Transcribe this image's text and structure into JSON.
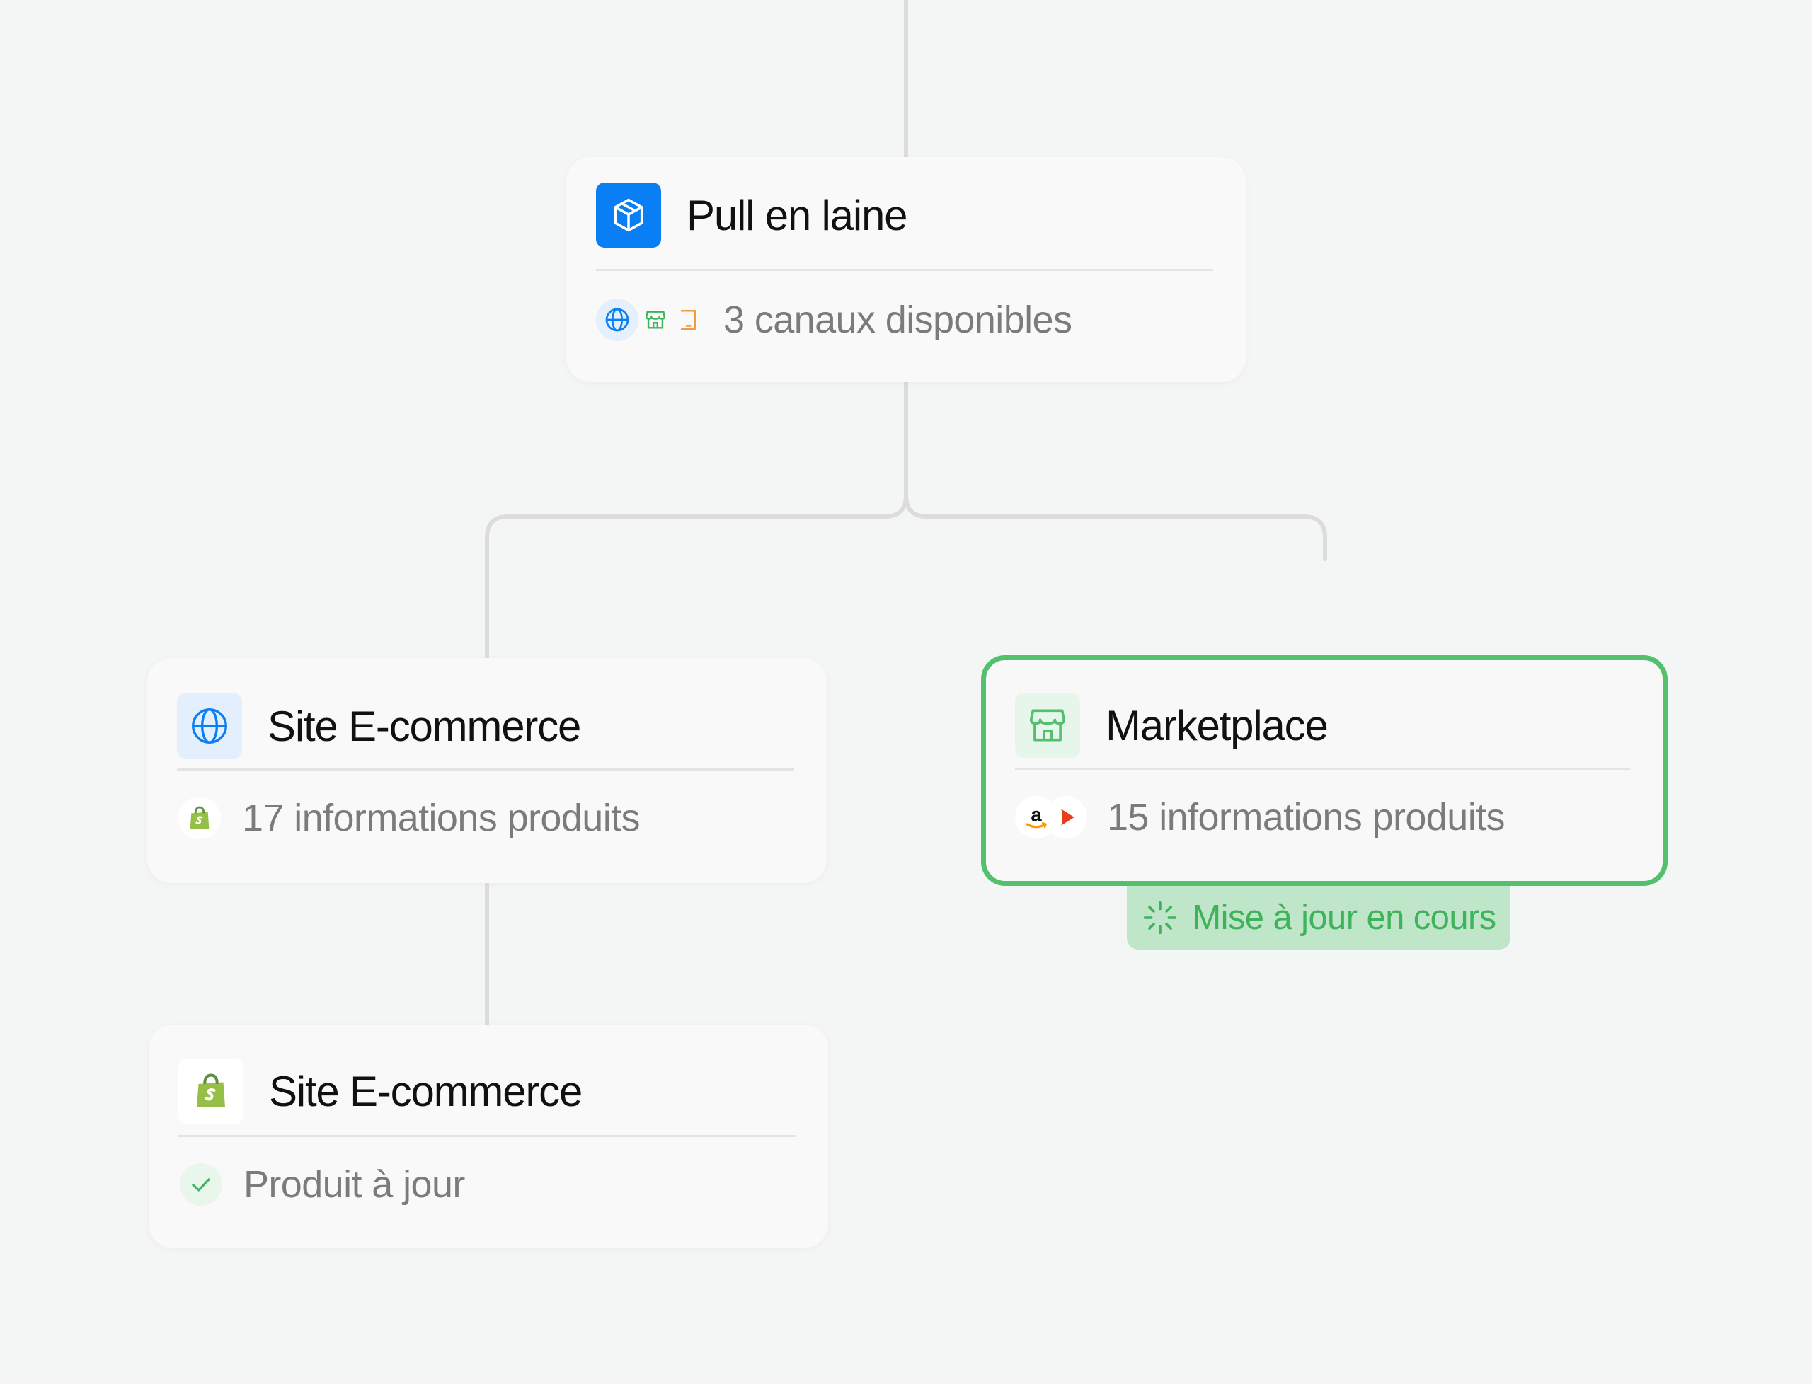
{
  "product": {
    "title": "Pull en laine",
    "icon": "cube-icon",
    "channels_label": "3 canaux disponibles",
    "channel_icons": [
      "globe-icon",
      "store-icon",
      "tablet-icon"
    ]
  },
  "channels": [
    {
      "title": "Site E-commerce",
      "icon": "globe-icon",
      "info_label": "17 informations produits",
      "source_icons": [
        "shopify-icon"
      ]
    },
    {
      "title": "Marketplace",
      "icon": "store-icon",
      "info_label": "15 informations produits",
      "source_icons": [
        "amazon-icon",
        "fnac-icon"
      ],
      "status": "Mise à jour en cours",
      "status_icon": "spinner-icon"
    }
  ],
  "shop": {
    "title": "Site E-commerce",
    "icon": "shopify-icon",
    "status_label": "Produit à jour",
    "status_icon": "check-icon"
  },
  "colors": {
    "background": "#f4f5f5",
    "accent_blue": "#0a7ef5",
    "accent_green": "#52c06c",
    "connector": "#dcdcdc",
    "shopify_green": "#95bf47",
    "amazon_orange": "#ff9900",
    "fnac_orange": "#e5401b"
  }
}
